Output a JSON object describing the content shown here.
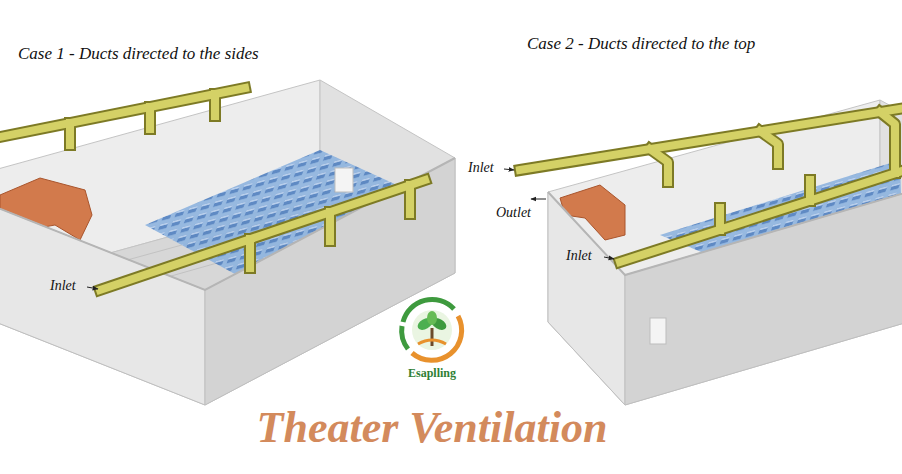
{
  "diagram": {
    "title": "Theater Ventilation",
    "labels": [
      "Case 1 - Ducts directed to the sides",
      "Inlet",
      "Case 2 - Ducts directed to the top",
      "Inlet",
      "Outlet",
      "Inlet",
      "Esaplling"
    ]
  }
}
